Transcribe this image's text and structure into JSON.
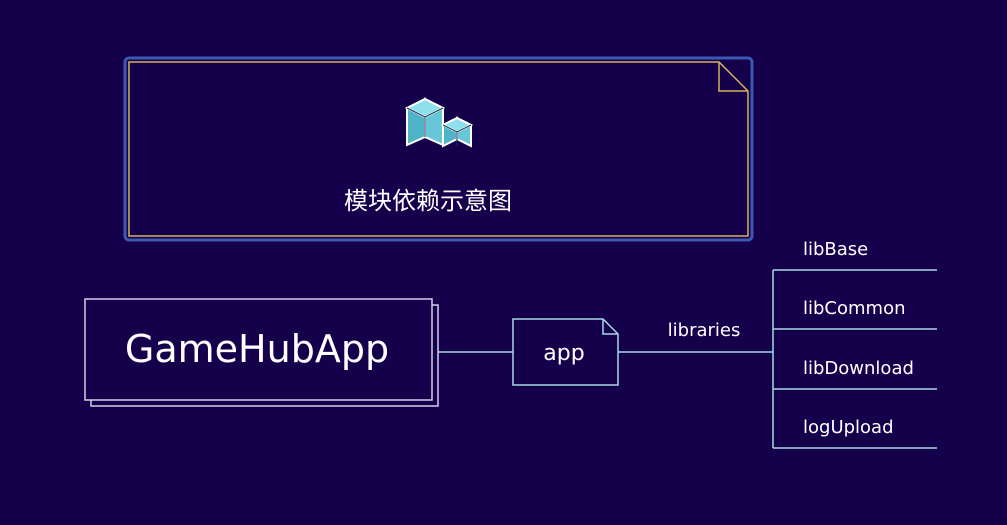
{
  "colors": {
    "background": "#15004c",
    "title_panel_border": "#3c58b3",
    "title_panel_inner_border": "#d7b35a",
    "node_border": "#cfcfe8",
    "connector": "#a9d8e4",
    "icon_fill": "#67c7d8",
    "icon_stroke": "#ffffff"
  },
  "title_panel": {
    "icon": "cubes-icon",
    "title": "模块依赖示意图"
  },
  "root": {
    "label": "GameHubApp"
  },
  "app": {
    "label": "app",
    "icon": "document-icon"
  },
  "libraries": {
    "label": "libraries",
    "items": [
      {
        "label": "libBase"
      },
      {
        "label": "libCommon"
      },
      {
        "label": "libDownload"
      },
      {
        "label": "logUpload"
      }
    ]
  }
}
